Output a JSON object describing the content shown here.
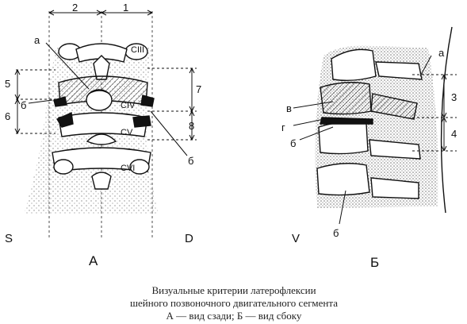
{
  "figure_a": {
    "view_letter": "А",
    "side_left": "S",
    "side_right": "D",
    "dim_top_left": "2",
    "dim_top_right": "1",
    "left_dims": [
      "5",
      "6"
    ],
    "right_dims": [
      "7",
      "8"
    ],
    "labels": {
      "a": "а",
      "b_left": "б",
      "b_right": "б",
      "c_iii": "CIII",
      "c_iv": "CIV",
      "c_v": "CV",
      "c_vi": "CVI"
    }
  },
  "figure_b": {
    "view_letter": "Б",
    "side_v": "V",
    "right_dims": [
      "3",
      "4"
    ],
    "labels": {
      "a": "а",
      "v": "в",
      "g": "г",
      "b_mid": "б",
      "b_bottom": "б"
    }
  },
  "caption": {
    "line1": "Визуальные критерии латерофлексии",
    "line2": "шейного позвоночного двигательного сегмента",
    "line3": "А — вид сзади; Б — вид сбоку"
  },
  "colors": {
    "ink": "#111111",
    "stipple": "#9a9a9a",
    "bone_fill": "#ffffff"
  }
}
